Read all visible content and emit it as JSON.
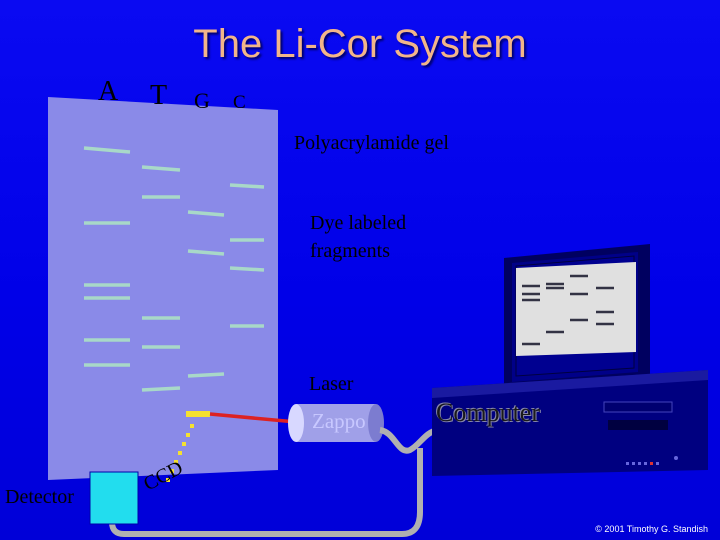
{
  "title": "The Li-Cor System",
  "lanes": [
    "A",
    "T",
    "G",
    "C"
  ],
  "labels": {
    "gel": "Polyacrylamide gel",
    "dye_line1": "Dye labeled",
    "dye_line2": "fragments",
    "laser": "Laser",
    "laser_name": "Zappo",
    "computer": "Computer",
    "detector": "Detector",
    "ccd": "CCD"
  },
  "copyright": "© 2001 Timothy G. Standish",
  "colors": {
    "background": "#0000ee",
    "title": "#f2b58a",
    "gel": "#8a8ae8",
    "band": "#a8d8c8",
    "detector": "#22ddee",
    "beam": "#dd2222",
    "computer": "#000088"
  }
}
